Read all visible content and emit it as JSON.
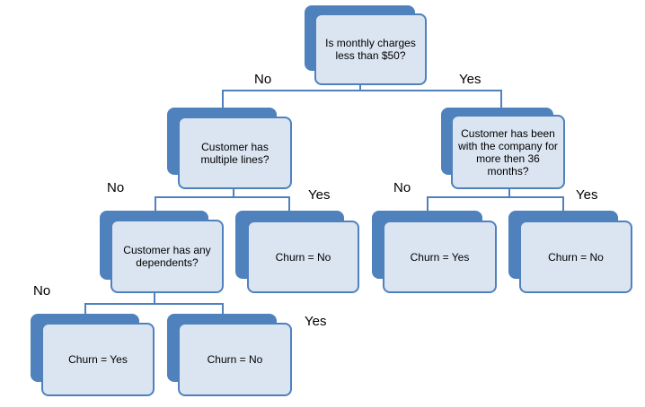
{
  "diagram": {
    "nodes": {
      "root": {
        "label": "Is monthly charges less than $50?"
      },
      "multiple_lines": {
        "label": "Customer has multiple lines?"
      },
      "tenure": {
        "label": "Customer has been with the company for more then 36 months?"
      },
      "dependents": {
        "label": "Customer has any dependents?"
      },
      "leaf_multi_yes": {
        "label": "Churn = No"
      },
      "leaf_tenure_no": {
        "label": "Churn = Yes"
      },
      "leaf_tenure_yes": {
        "label": "Churn = No"
      },
      "leaf_dep_no": {
        "label": "Churn = Yes"
      },
      "leaf_dep_yes": {
        "label": "Churn = No"
      }
    },
    "edges": {
      "root_no": "No",
      "root_yes": "Yes",
      "multi_no": "No",
      "multi_yes": "Yes",
      "tenure_no": "No",
      "tenure_yes": "Yes",
      "dep_no": "No",
      "dep_yes": "Yes"
    }
  },
  "colors": {
    "node_fill": "#dbe5f1",
    "node_accent": "#4f81bd",
    "connector": "#4f81bd"
  }
}
